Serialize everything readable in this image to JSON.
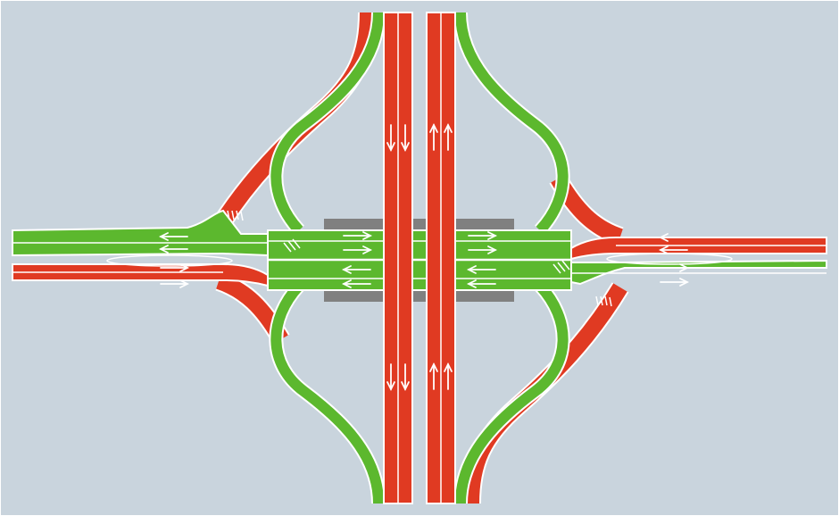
{
  "diagram": {
    "type": "diverging-diamond-interchange",
    "view": "top-down",
    "colors": {
      "background": "#c9d4dd",
      "road_red": "#e03a22",
      "road_green": "#5cb82e",
      "edge_white": "#ffffff",
      "bridge_gray": "#808080"
    },
    "legend": [],
    "markings": {
      "arrow": "lane-direction-arrow",
      "crosshatch": "pedestrian-crossing"
    }
  }
}
